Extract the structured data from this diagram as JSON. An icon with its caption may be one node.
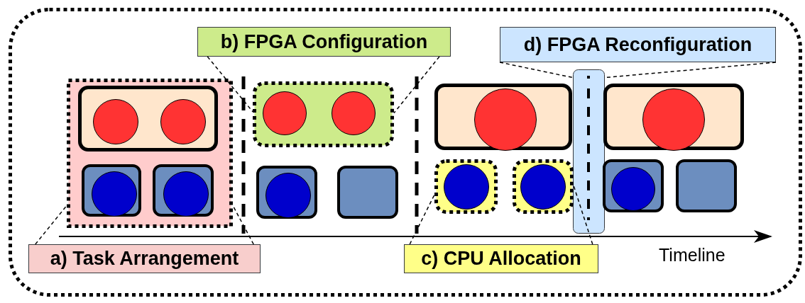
{
  "diagram": {
    "nodes": [
      {
        "text": [],
        "shape": "box"
      },
      {
        "text": [
          "b) FPGA Configuration"
        ],
        "in": 0
      },
      {
        "text": [
          "d) FPGA Reconfiguration"
        ],
        "in": 0
      },
      {
        "text": [],
        "shape": "box",
        "in": 0
      },
      {
        "text": [],
        "shape": "box",
        "in": 3
      },
      {
        "text": [],
        "shape": "circle",
        "in": 4
      },
      {
        "text": [],
        "shape": "circle",
        "in": 4
      },
      {
        "text": [],
        "shape": "box",
        "in": 3
      },
      {
        "text": [],
        "shape": "circle",
        "in": 7
      },
      {
        "text": [],
        "shape": "box",
        "in": 3
      },
      {
        "text": [],
        "shape": "circle",
        "in": 9
      },
      {
        "text": [],
        "shape": "box",
        "in": 0
      },
      {
        "text": [],
        "shape": "circle",
        "in": 11
      },
      {
        "text": [],
        "shape": "circle",
        "in": 11
      },
      {
        "text": [],
        "shape": "box",
        "in": 0
      },
      {
        "text": [],
        "shape": "circle",
        "in": 14
      },
      {
        "text": [],
        "shape": "box",
        "in": 0
      },
      {
        "text": [],
        "shape": "box",
        "in": 0
      },
      {
        "text": [],
        "shape": "circle",
        "in": 17
      },
      {
        "text": [],
        "shape": "bar",
        "in": 0
      },
      {
        "text": [],
        "shape": "box",
        "in": 0
      },
      {
        "text": [],
        "shape": "circle",
        "in": 20
      },
      {
        "text": [],
        "shape": "box",
        "in": 0
      },
      {
        "text": [],
        "shape": "circle",
        "in": 22
      },
      {
        "text": [],
        "shape": "box",
        "in": 0
      },
      {
        "text": [],
        "shape": "circle",
        "in": 24
      },
      {
        "text": [],
        "shape": "box",
        "in": 0
      },
      {
        "text": [],
        "shape": "circle",
        "in": 26
      },
      {
        "text": [],
        "shape": "box",
        "in": 0
      },
      {
        "text": [
          "a) Task Arrangement"
        ],
        "in": 0
      },
      {
        "text": [
          "c) CPU Allocation"
        ],
        "in": 0
      }
    ],
    "edges": [
      {
        "from": 1,
        "to": 11,
        "arrow": "none",
        "style": "dashed"
      },
      {
        "from": 1,
        "to": 11,
        "arrow": "none",
        "style": "dashed"
      },
      {
        "from": 2,
        "to": 19,
        "arrow": "none",
        "style": "dashed"
      },
      {
        "from": 2,
        "to": 19,
        "arrow": "none",
        "style": "dashed"
      },
      {
        "from": 29,
        "to": 3,
        "arrow": "none",
        "style": "dashed"
      },
      {
        "from": 29,
        "to": 3,
        "arrow": "none",
        "style": "dashed"
      },
      {
        "from": 30,
        "to": 22,
        "arrow": "none",
        "style": "dashed"
      },
      {
        "from": 30,
        "to": 24,
        "arrow": "none",
        "style": "dashed"
      }
    ],
    "labels": [
      "Timeline"
    ]
  }
}
